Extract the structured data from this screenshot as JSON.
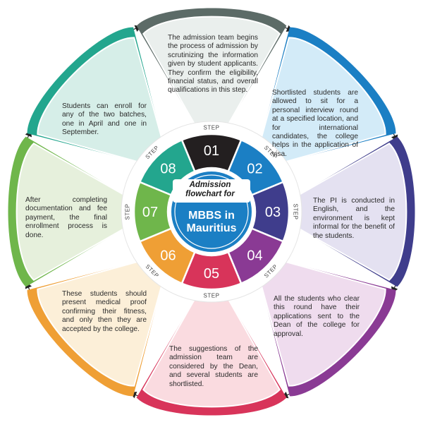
{
  "center": {
    "title_line1": "Admission",
    "title_line2": "flowchart for",
    "subtitle_line1": "MBBS in",
    "subtitle_line2": "Mauritius"
  },
  "step_word": "STEP",
  "steps": [
    {
      "number": "01",
      "color": "#231f20",
      "petal_color": "#eaefed",
      "accent": "#5c6b67",
      "text": "The admission team begins the process of admission by scrutinizing the information given by student applicants. They confirm the eligibility, financial status, and overall qualifications in this step."
    },
    {
      "number": "02",
      "color": "#1b7fc4",
      "petal_color": "#d3ebf8",
      "accent": "#1b7fc4",
      "text": "Shortlisted students are allowed to sit for a personal interview round at a specified location, and for international candidates, the college helps in the application of visa."
    },
    {
      "number": "03",
      "color": "#3f3d8c",
      "petal_color": "#e4e1f1",
      "accent": "#3f3d8c",
      "text": "The PI is conducted in English, and the environment is kept informal for the benefit of the students."
    },
    {
      "number": "04",
      "color": "#8a3a94",
      "petal_color": "#efdcee",
      "accent": "#8a3a94",
      "text": "All the students who clear this round have their applications sent to the Dean of the college for approval."
    },
    {
      "number": "05",
      "color": "#d8345a",
      "petal_color": "#fadbe0",
      "accent": "#d8345a",
      "text": "The suggestions of the admission team are considered by the Dean, and several students are shortlisted."
    },
    {
      "number": "06",
      "color": "#ef9f35",
      "petal_color": "#fcefd8",
      "accent": "#ef9f35",
      "text": "These students should present medical proof confirming their fitness, and only then they are accepted by the college."
    },
    {
      "number": "07",
      "color": "#6fb64b",
      "petal_color": "#e6f0dc",
      "accent": "#6fb64b",
      "text": "After completing documentation and fee payment, the final enrollment process is done."
    },
    {
      "number": "08",
      "color": "#23a68e",
      "petal_color": "#d6eee8",
      "accent": "#23a68e",
      "text": "Students can enroll for any of the two batches, one in April and one in September."
    }
  ],
  "center_color": "#1b7fc4"
}
